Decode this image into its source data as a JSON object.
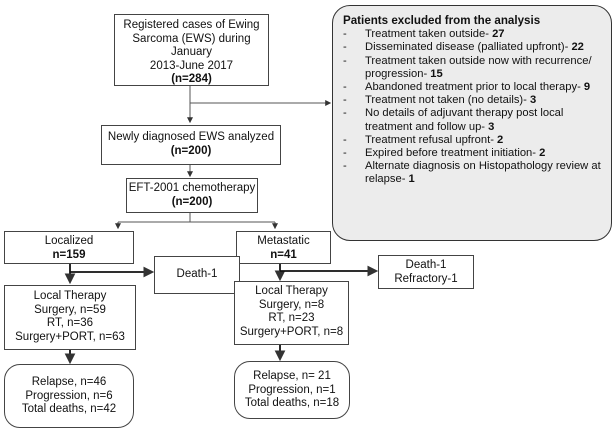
{
  "registered": {
    "lines": [
      "Registered cases of Ewing",
      "Sarcoma (EWS) during January",
      "2013-June 2017"
    ],
    "count": "(n=284)"
  },
  "newly_diagnosed": {
    "label": "Newly diagnosed EWS analyzed",
    "count": "(n=200)"
  },
  "chemo": {
    "label": "EFT-2001 chemotherapy",
    "count": "(n=200)"
  },
  "localized": {
    "label": "Localized",
    "count": "n=159"
  },
  "metastatic": {
    "label": "Metastatic",
    "count": "n=41"
  },
  "death_localized": "Death-1",
  "death_metastatic": [
    "Death-1",
    "Refractory-1"
  ],
  "local_therapy_localized": [
    "Local Therapy",
    "Surgery, n=59",
    "RT, n=36",
    "Surgery+PORT, n=63"
  ],
  "local_therapy_metastatic": [
    "Local Therapy",
    "Surgery, n=8",
    "RT, n=23",
    "Surgery+PORT, n=8"
  ],
  "outcome_localized": [
    "Relapse, n=46",
    "Progression, n=6",
    "Total deaths, n=42"
  ],
  "outcome_metastatic": [
    "Relapse, n= 21",
    "Progression, n=1",
    "Total deaths, n=18"
  ],
  "excluded": {
    "title": "Patients excluded from the analysis",
    "items": [
      {
        "text": "Treatment taken outside- ",
        "count": "27"
      },
      {
        "text": "Disseminated disease (palliated upfront)- ",
        "count": "22"
      },
      {
        "text": "Treatment taken outside now with recurrence/ progression- ",
        "count": "15"
      },
      {
        "text": "Abandoned treatment prior to local therapy- ",
        "count": "9"
      },
      {
        "text": "Treatment not taken (no details)- ",
        "count": "3"
      },
      {
        "text": "No details of adjuvant therapy post local treatment and follow up- ",
        "count": "3"
      },
      {
        "text": "Treatment refusal upfront- ",
        "count": "2"
      },
      {
        "text": "Expired before treatment initiation- ",
        "count": "2"
      },
      {
        "text": "Alternate diagnosis on Histopathology review at relapse- ",
        "count": "1"
      }
    ]
  }
}
